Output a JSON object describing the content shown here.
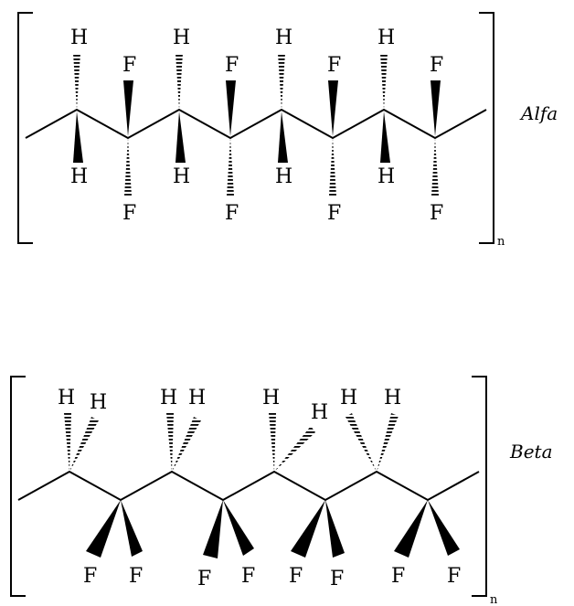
{
  "diagram": {
    "alpha": {
      "label": "Alfa",
      "repeat": "n",
      "up_atoms": [
        "H",
        "F",
        "H",
        "F",
        "H",
        "F",
        "H",
        "F"
      ],
      "down_atoms": [
        "H",
        "F",
        "H",
        "F",
        "H",
        "F",
        "H",
        "F"
      ]
    },
    "beta": {
      "label": "Beta",
      "repeat": "n",
      "h_atoms": [
        "H",
        "H",
        "H",
        "H",
        "H",
        "H",
        "H",
        "H"
      ],
      "f_atoms": [
        "F",
        "F",
        "F",
        "F",
        "F",
        "F",
        "F",
        "F"
      ]
    }
  }
}
